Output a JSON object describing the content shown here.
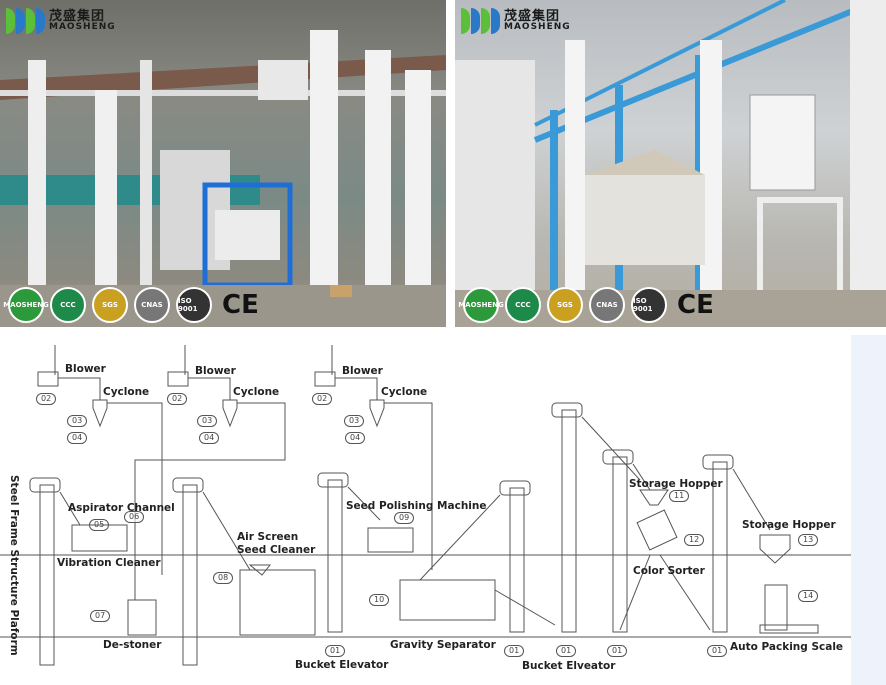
{
  "photos": [
    {
      "brand_cn": "茂盛集团",
      "brand_en": "MAOSHENG",
      "colors": {
        "green": "#5bbf3a",
        "blue": "#2a78c8"
      }
    },
    {
      "brand_cn": "茂盛集团",
      "brand_en": "MAOSHENG",
      "colors": {
        "green": "#5bbf3a",
        "blue": "#2a78c8"
      }
    }
  ],
  "certs": [
    "MAOSHENG",
    "CCC",
    "SGS",
    "CNAS",
    "ISO 9001"
  ],
  "ce_mark": "CE",
  "diagram": {
    "platform_label": "Steel Frame Structure Plaform",
    "units": [
      {
        "blower": "Blower",
        "cyclone": "Cyclone",
        "n02": "02",
        "n03": "03",
        "n04": "04"
      },
      {
        "blower": "Blower",
        "cyclone": "Cyclone",
        "n02": "02",
        "n03": "03",
        "n04": "04"
      },
      {
        "blower": "Blower",
        "cyclone": "Cyclone",
        "n02": "02",
        "n03": "03",
        "n04": "04"
      }
    ],
    "labels": {
      "aspirator": "Aspirator Channel",
      "vibration": "Vibration Cleaner",
      "destoner": "De-stoner",
      "air_screen_1": "Air Screen",
      "air_screen_2": "Seed Cleaner",
      "polishing": "Seed Polishing Machine",
      "gravity": "Gravity Separator",
      "bucket1": "Bucket Elevator",
      "bucket2": "Bucket Elveator",
      "hopper1": "Storage Hopper",
      "hopper2": "Storage Hopper",
      "color": "Color Sorter",
      "packing": "Auto Packing Scale"
    },
    "numbers": {
      "n05": "05",
      "n06": "06",
      "n07": "07",
      "n08": "08",
      "n09": "09",
      "n10": "10",
      "n11": "11",
      "n12": "12",
      "n13": "13",
      "n14": "14",
      "n01": "01"
    }
  }
}
